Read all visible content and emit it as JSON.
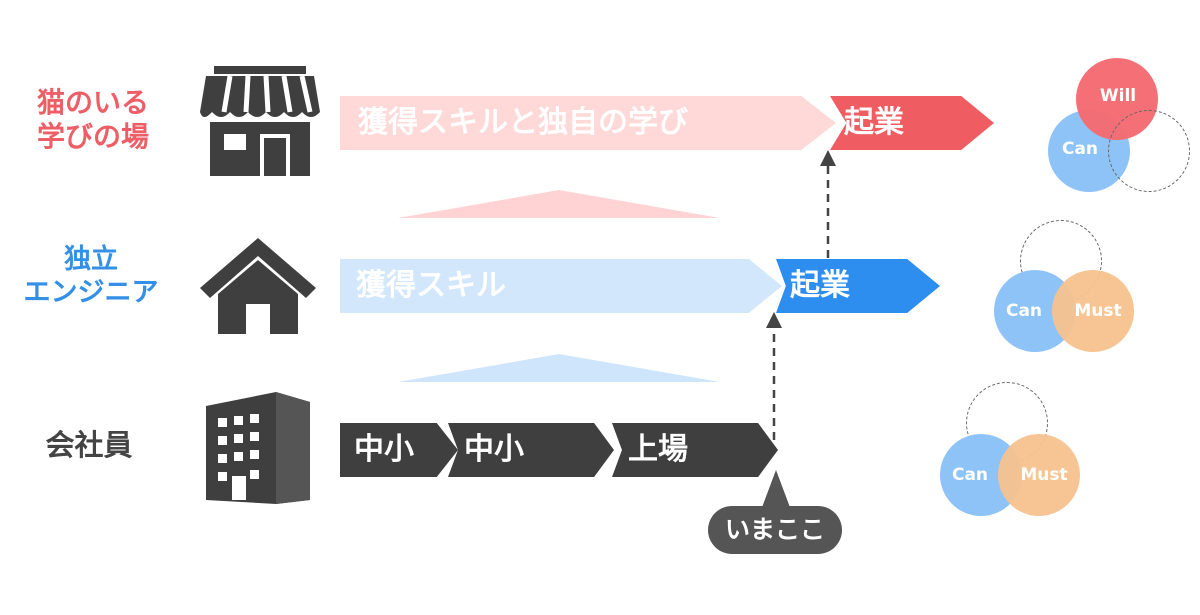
{
  "rows": {
    "cat_school": {
      "label_line1": "猫のいる",
      "label_line2": "学びの場"
    },
    "independent": {
      "label_line1": "独立",
      "label_line2": "エンジニア"
    },
    "employee": {
      "label": "会社員"
    }
  },
  "arrows": {
    "cat_skill": "獲得スキルと独自の学び",
    "cat_startup": "起業",
    "ind_skill": "獲得スキル",
    "ind_startup": "起業",
    "emp_steps": [
      "中小",
      "中小",
      "上場"
    ]
  },
  "marker": {
    "here": "いまここ"
  },
  "venn": {
    "top": {
      "will": "Will",
      "can": "Can"
    },
    "middle": {
      "can": "Can",
      "must": "Must"
    },
    "bottom": {
      "can": "Can",
      "must": "Must"
    }
  },
  "colors": {
    "cat_accent": "#ee5e66",
    "independent_accent": "#3490e6",
    "employee_accent": "#3f3f3f",
    "can_circle": "#8ec3f7",
    "will_circle": "#f56a70",
    "must_circle": "#f7c28e"
  },
  "icons": {
    "cat_school": "storefront-icon",
    "independent": "house-icon",
    "employee": "office-building-icon"
  }
}
